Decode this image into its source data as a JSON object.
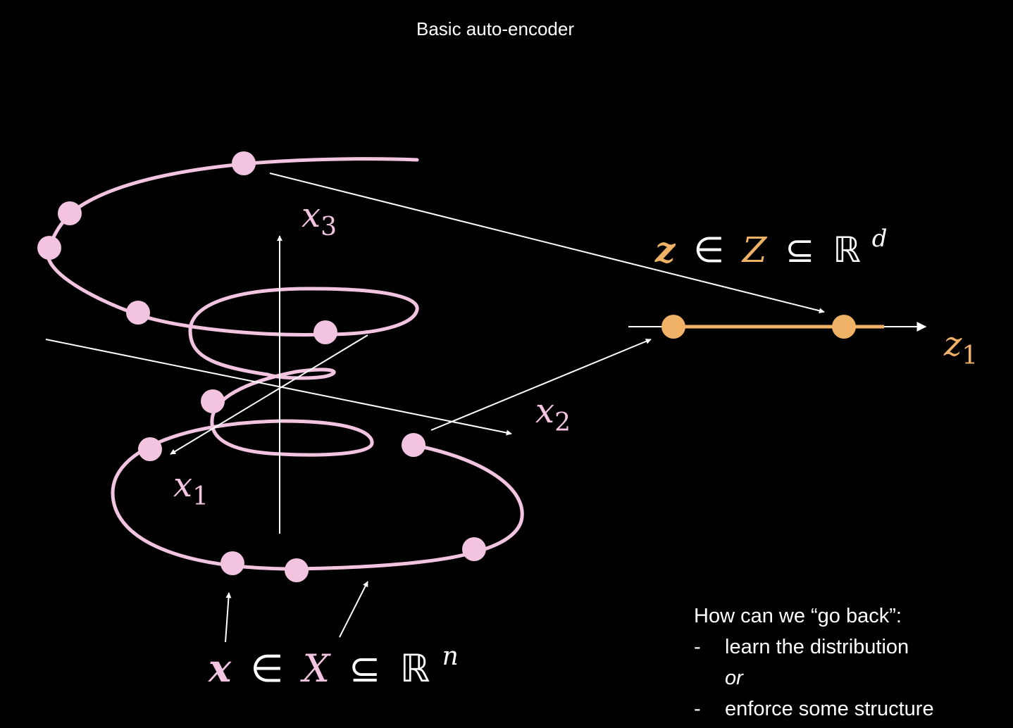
{
  "title": "Basic auto-encoder",
  "colors": {
    "background": "#000000",
    "data_pink": "#f2c4e0",
    "latent_orange": "#f0b266",
    "arrow_white": "#ffffff"
  },
  "axes": {
    "x1_label": "x",
    "x1_sub": "1",
    "x2_label": "x",
    "x2_sub": "2",
    "x3_label": "x",
    "x3_sub": "3"
  },
  "latent": {
    "axis_label": "z",
    "axis_sub": "1",
    "set_var": "z",
    "set_in": "∈",
    "set_name": "Z",
    "set_subseteq": "⊆",
    "set_R": "ℝ",
    "set_exp": "d"
  },
  "data_space": {
    "set_var": "x",
    "set_in": "∈",
    "set_name": "X",
    "set_subseteq": "⊆",
    "set_R": "ℝ",
    "set_exp": "n"
  },
  "notes": {
    "heading": "How can we “go back”:",
    "dash": "-",
    "item1": "learn the distribution",
    "connector": "or",
    "item2": "enforce some structure"
  }
}
